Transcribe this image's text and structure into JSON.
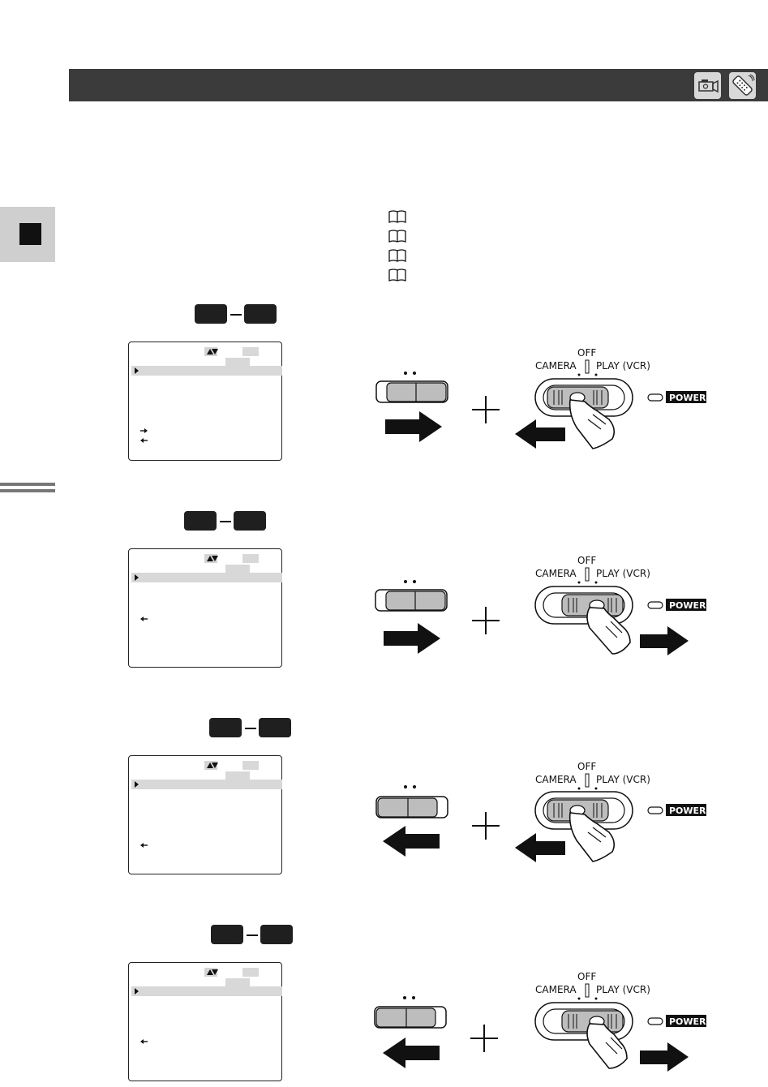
{
  "header": {
    "camera_icon": "camcorder-icon",
    "remote_icon": "remote-control-icon"
  },
  "side_tab_icon": "square-marker-icon",
  "reference_icon": "book-page-icon",
  "labels": {
    "off": "OFF",
    "camera": "CAMERA",
    "play_vcr": "PLAY (VCR)",
    "power": "POWER",
    "plus": "+"
  },
  "screen_icons": {
    "scroll": "up-down-arrows-icon",
    "cursor": "pointer-triangle-icon"
  },
  "steps": [
    {
      "slide_direction": "right",
      "power_direction": "left",
      "screen_marks": [
        "right-arrow-icon",
        "left-arrow-icon"
      ]
    },
    {
      "slide_direction": "right",
      "power_direction": "right",
      "screen_marks": [
        "left-arrow-icon"
      ]
    },
    {
      "slide_direction": "left",
      "power_direction": "left",
      "screen_marks": [
        "left-arrow-icon"
      ]
    },
    {
      "slide_direction": "left",
      "power_direction": "right",
      "screen_marks": [
        "left-arrow-icon"
      ]
    }
  ]
}
